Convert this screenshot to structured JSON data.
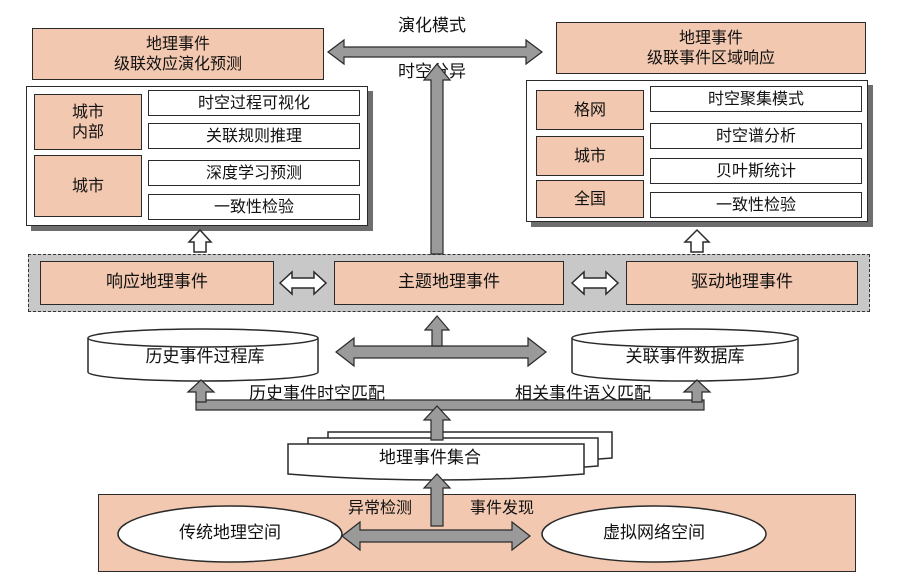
{
  "top": {
    "left_box": "地理事件\n级联效应演化预测",
    "right_box": "地理事件\n级联事件区域响应",
    "evolution_label": "演化模式",
    "spacetime_label": "时空分异"
  },
  "left_panel": {
    "groups": [
      "城市\n内部",
      "城市"
    ],
    "methods": [
      "时空过程可视化",
      "关联规则推理",
      "深度学习预测",
      "一致性检验"
    ]
  },
  "right_panel": {
    "groups": [
      "格网",
      "城市",
      "全国"
    ],
    "methods": [
      "时空聚集模式",
      "时空谱分析",
      "贝叶斯统计",
      "一致性检验"
    ]
  },
  "middle_band": {
    "response": "响应地理事件",
    "theme": "主题地理事件",
    "drive": "驱动地理事件"
  },
  "databases": {
    "history": "历史事件过程库",
    "related": "关联事件数据库"
  },
  "matching": {
    "history_match": "历史事件时空匹配",
    "semantic_match": "相关事件语义匹配"
  },
  "collection": "地理事件集合",
  "bottom": {
    "anomaly": "异常检测",
    "discovery": "事件发现",
    "traditional": "传统地理空间",
    "virtual": "虚拟网络空间"
  }
}
